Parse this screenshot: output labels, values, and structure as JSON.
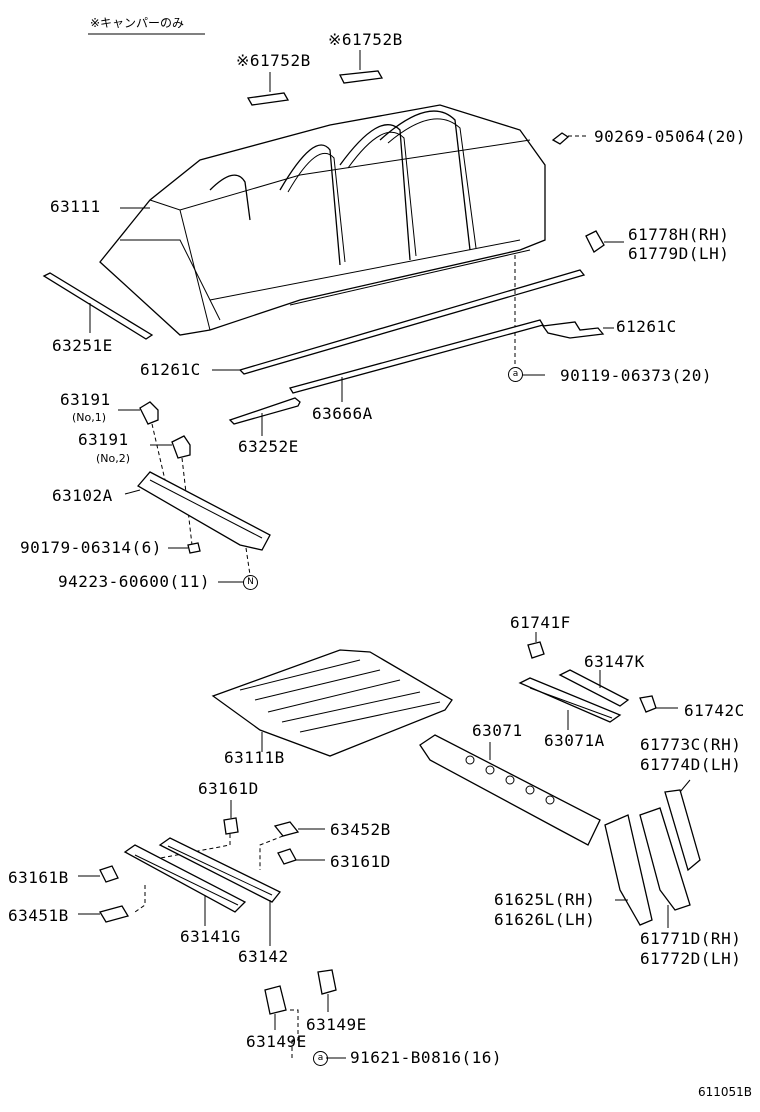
{
  "note": "※キャンパーのみ",
  "labels": {
    "p61752b_a": "※61752B",
    "p61752b_b": "※61752B",
    "p90269": "90269-05064(20)",
    "p63111": "63111",
    "p61778h": "61778H(RH)",
    "p61779d": "61779D(LH)",
    "p63251e": "63251E",
    "p61261c_r": "61261C",
    "p61261c_l": "61261C",
    "p90119": "90119-06373(20)",
    "p63191_1": "63191",
    "p63191_1_sub": "(No,1)",
    "p63666a": "63666A",
    "p63191_2": "63191",
    "p63191_2_sub": "(No,2)",
    "p63252e": "63252E",
    "p63102a": "63102A",
    "p90179": "90179-06314(6)",
    "p94223": "94223-60600(11)",
    "p61741f": "61741F",
    "p63147k": "63147K",
    "p61742c": "61742C",
    "p63071": "63071",
    "p63071a": "63071A",
    "p61773c": "61773C(RH)",
    "p61774d": "61774D(LH)",
    "p63111b": "63111B",
    "p63161d_t": "63161D",
    "p63452b": "63452B",
    "p63161d_r": "63161D",
    "p63161b": "63161B",
    "p63451b": "63451B",
    "p63141g": "63141G",
    "p63142": "63142",
    "p61625l": "61625L(RH)",
    "p61626l": "61626L(LH)",
    "p61771d": "61771D(RH)",
    "p61772d": "61772D(LH)",
    "p63149e_r": "63149E",
    "p63149e_l": "63149E",
    "p91621": "91621-B0816(16)",
    "diagram_id": "611051B"
  },
  "markers": {
    "a1": "a",
    "a2": "a",
    "n": "N"
  }
}
